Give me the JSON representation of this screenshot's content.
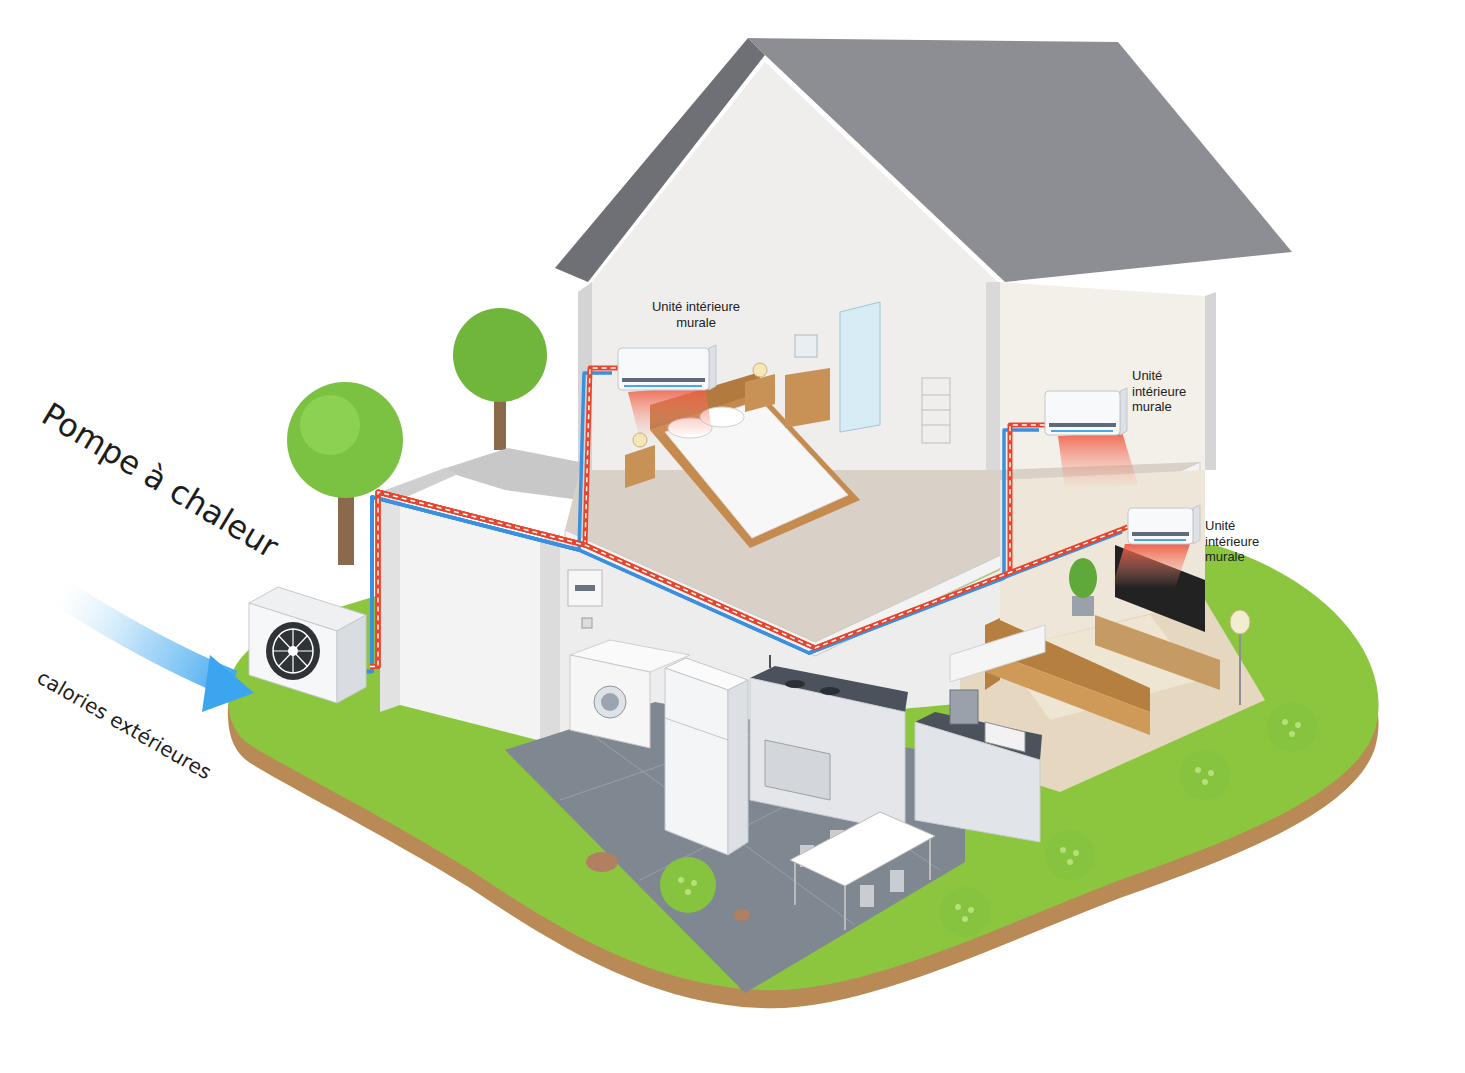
{
  "diagram": {
    "nodes": [
      {
        "text": [
          "Pompe à chaleur"
        ]
      },
      {
        "text": [
          "Unité intérieure murale"
        ]
      },
      {
        "text": [
          "Unité intérieure murale"
        ]
      },
      {
        "text": [
          "Unité intérieure murale"
        ]
      }
    ],
    "edges": [
      {
        "from": 0,
        "to": 1,
        "arrow": "none"
      },
      {
        "from": 0,
        "to": 2,
        "arrow": "none"
      },
      {
        "from": 0,
        "to": 3,
        "arrow": "none"
      }
    ],
    "labels": [
      "calories extérieures"
    ]
  }
}
